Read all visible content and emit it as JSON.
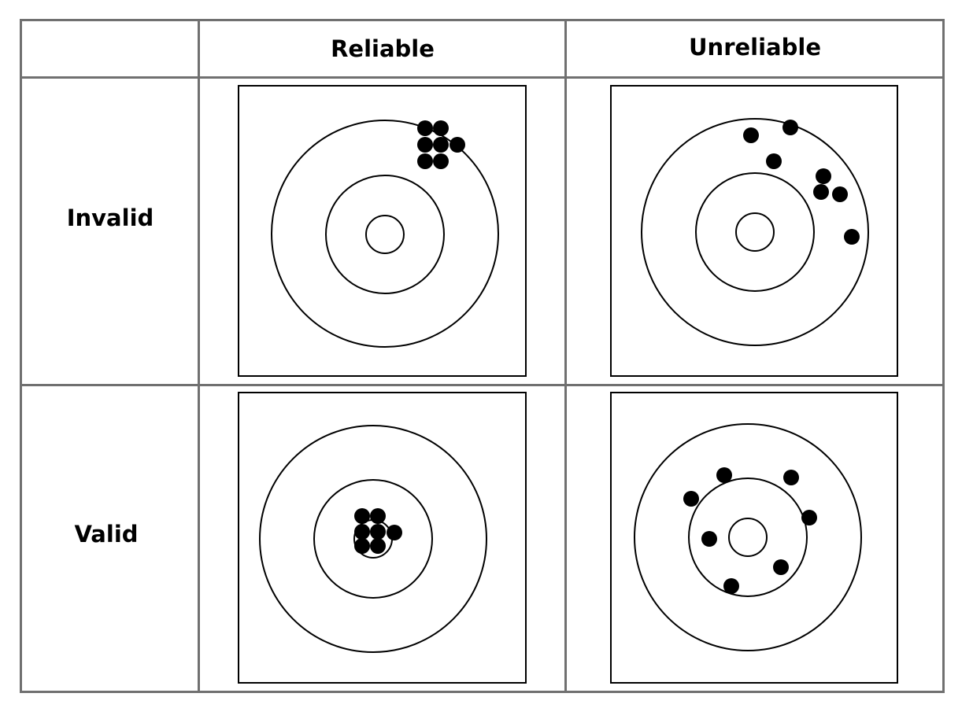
{
  "table": {
    "columns": [
      "Reliable",
      "Unreliable"
    ],
    "rows": [
      "Invalid",
      "Valid"
    ]
  },
  "colors": {
    "cell_border": "#707070",
    "target_line": "#000000",
    "hit": "#000000",
    "background": "#ffffff"
  },
  "targets": [
    {
      "row": "Invalid",
      "column": "Reliable",
      "hits": 7,
      "pattern": "tight cluster on outer ring, upper right"
    },
    {
      "row": "Invalid",
      "column": "Unreliable",
      "hits": 7,
      "pattern": "scattered, upper right"
    },
    {
      "row": "Valid",
      "column": "Reliable",
      "hits": 7,
      "pattern": "tight cluster at bullseye"
    },
    {
      "row": "Valid",
      "column": "Unreliable",
      "hits": 7,
      "pattern": "scattered around middle ring"
    }
  ]
}
